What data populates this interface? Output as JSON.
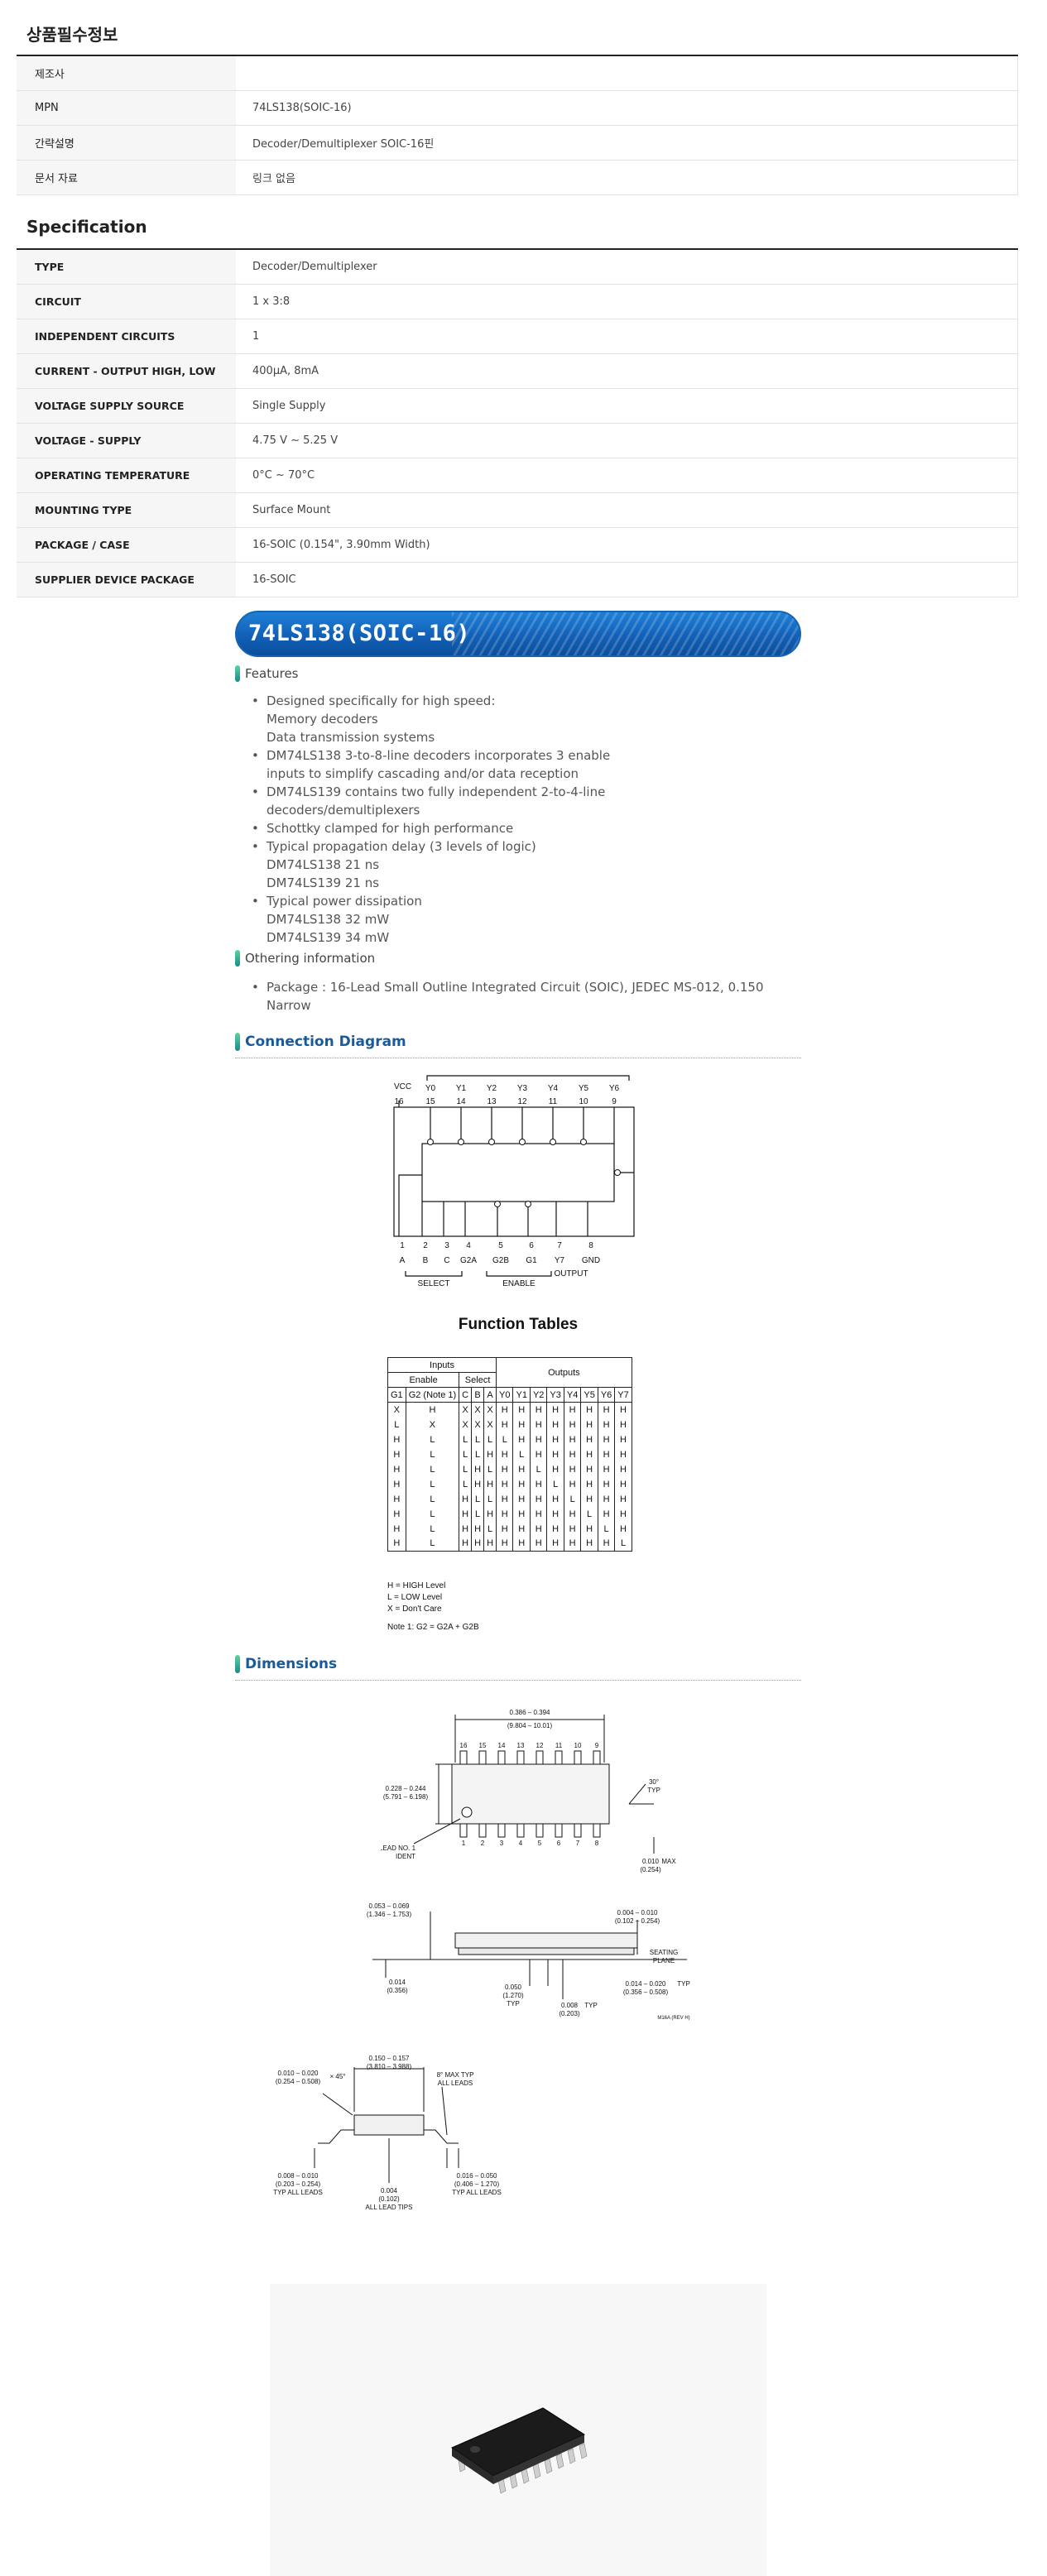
{
  "required_info": {
    "title": "상품필수정보",
    "rows": [
      {
        "label": "제조사",
        "value": ""
      },
      {
        "label": "MPN",
        "value": "74LS138(SOIC-16)"
      },
      {
        "label": "간략설명",
        "value": "Decoder/Demultiplexer SOIC-16핀"
      },
      {
        "label": "문서 자료",
        "value": "링크 없음"
      }
    ]
  },
  "specification": {
    "title": "Specification",
    "rows": [
      {
        "label": "TYPE",
        "value": "Decoder/Demultiplexer"
      },
      {
        "label": "CIRCUIT",
        "value": "1 x 3:8"
      },
      {
        "label": "INDEPENDENT CIRCUITS",
        "value": "1"
      },
      {
        "label": "CURRENT - OUTPUT HIGH, LOW",
        "value": "400μA, 8mA"
      },
      {
        "label": "VOLTAGE SUPPLY SOURCE",
        "value": "Single Supply"
      },
      {
        "label": "VOLTAGE - SUPPLY",
        "value": "4.75 V ~ 5.25 V"
      },
      {
        "label": "OPERATING TEMPERATURE",
        "value": "0°C ~ 70°C"
      },
      {
        "label": "MOUNTING TYPE",
        "value": "Surface Mount"
      },
      {
        "label": "PACKAGE / CASE",
        "value": "16-SOIC (0.154\", 3.90mm Width)"
      },
      {
        "label": "SUPPLIER DEVICE PACKAGE",
        "value": "16-SOIC"
      }
    ]
  },
  "detail": {
    "banner_title": "74LS138(SOIC-16)",
    "features_heading": "Features",
    "features": [
      "Designed specifically for high speed:",
      "Memory decoders",
      "Data transmission systems",
      "DM74LS138 3-to-8-line decoders incorporates 3 enable",
      "inputs to simplify cascading and/or data reception",
      "DM74LS139 contains two fully independent 2-to-4-line",
      "decoders/demultiplexers",
      "Schottky clamped for high performance",
      "Typical propagation delay (3 levels of logic)",
      "DM74LS138 21 ns",
      "DM74LS139 21 ns",
      "Typical power dissipation",
      "DM74LS138 32 mW",
      "DM74LS139 34 mW"
    ],
    "feature_bullets": [
      0,
      3,
      5,
      7,
      8,
      11
    ],
    "othering_heading": "Othering information",
    "othering": [
      "Package : 16-Lead Small Outline Integrated Circuit (SOIC), JEDEC MS-012, 0.150 Narrow"
    ],
    "connection_heading": "Connection Diagram",
    "dimensions_heading": "Dimensions"
  },
  "connection": {
    "vcc": "VCC",
    "top_signals": [
      "Y0",
      "Y1",
      "Y2",
      "Y3",
      "Y4",
      "Y5",
      "Y6"
    ],
    "top_pins": [
      "16",
      "15",
      "14",
      "13",
      "12",
      "11",
      "10",
      "9"
    ],
    "bottom_pins": [
      "1",
      "2",
      "3",
      "4",
      "5",
      "6",
      "7",
      "8"
    ],
    "bottom_signals": [
      "A",
      "B",
      "C",
      "G2A",
      "G2B",
      "G1",
      "Y7",
      "GND"
    ],
    "select_label": "SELECT",
    "enable_label": "ENABLE",
    "output_label": "OUTPUT"
  },
  "function_table": {
    "title": "Function Tables",
    "inputs_label": "Inputs",
    "enable_label": "Enable",
    "select_label": "Select",
    "outputs_label": "Outputs",
    "columns": [
      "G1",
      "G2 (Note 1)",
      "C",
      "B",
      "A",
      "Y0",
      "Y1",
      "Y2",
      "Y3",
      "Y4",
      "Y5",
      "Y6",
      "Y7"
    ],
    "rows": [
      [
        "X",
        "H",
        "X",
        "X",
        "X",
        "H",
        "H",
        "H",
        "H",
        "H",
        "H",
        "H",
        "H"
      ],
      [
        "L",
        "X",
        "X",
        "X",
        "X",
        "H",
        "H",
        "H",
        "H",
        "H",
        "H",
        "H",
        "H"
      ],
      [
        "H",
        "L",
        "L",
        "L",
        "L",
        "L",
        "H",
        "H",
        "H",
        "H",
        "H",
        "H",
        "H"
      ],
      [
        "H",
        "L",
        "L",
        "L",
        "H",
        "H",
        "L",
        "H",
        "H",
        "H",
        "H",
        "H",
        "H"
      ],
      [
        "H",
        "L",
        "L",
        "H",
        "L",
        "H",
        "H",
        "L",
        "H",
        "H",
        "H",
        "H",
        "H"
      ],
      [
        "H",
        "L",
        "L",
        "H",
        "H",
        "H",
        "H",
        "H",
        "L",
        "H",
        "H",
        "H",
        "H"
      ],
      [
        "H",
        "L",
        "H",
        "L",
        "L",
        "H",
        "H",
        "H",
        "H",
        "L",
        "H",
        "H",
        "H"
      ],
      [
        "H",
        "L",
        "H",
        "L",
        "H",
        "H",
        "H",
        "H",
        "H",
        "H",
        "L",
        "H",
        "H"
      ],
      [
        "H",
        "L",
        "H",
        "H",
        "L",
        "H",
        "H",
        "H",
        "H",
        "H",
        "H",
        "L",
        "H"
      ],
      [
        "H",
        "L",
        "H",
        "H",
        "H",
        "H",
        "H",
        "H",
        "H",
        "H",
        "H",
        "H",
        "L"
      ]
    ],
    "legend": [
      "H = HIGH Level",
      "L = LOW Level",
      "X = Don't Care"
    ],
    "note": "Note 1: G2 = G2A + G2B"
  },
  "dimensions": {
    "top_view": {
      "length": "0.386 – 0.394",
      "length_mm": "(9.804 – 10.01)",
      "width": "0.228 – 0.244",
      "width_mm": "(5.791 – 6.198)",
      "top_pins": [
        "16",
        "15",
        "14",
        "13",
        "12",
        "11",
        "10",
        "9"
      ],
      "bottom_pins": [
        "1",
        "2",
        "3",
        "4",
        "5",
        "6",
        "7",
        "8"
      ],
      "lead_ident": "LEAD NO. 1",
      "lead_ident2": "IDENT",
      "angle": "30°",
      "angle_typ": "TYP",
      "max": "0.010",
      "max_mm": "(0.254)",
      "max_label": "MAX"
    },
    "side_view": {
      "height": "0.053 – 0.069",
      "height_mm": "(1.346 – 1.753)",
      "standoff": "0.004 – 0.010",
      "standoff_mm": "(0.102 – 0.254)",
      "seating": "SEATING",
      "plane": "PLANE",
      "lead_w": "0.014",
      "lead_w_mm": "(0.356)",
      "pitch": "0.050",
      "pitch_mm": "(1.270)",
      "pitch_typ": "TYP",
      "lead_t": "0.008",
      "lead_t_mm": "(0.203)",
      "lead_t_typ": "TYP",
      "lead_len": "0.014 – 0.020",
      "lead_len_mm": "(0.356 – 0.508)",
      "lead_len_typ": "TYP",
      "code": "M16A (REV H)"
    },
    "end_view": {
      "chamfer": "0.010 – 0.020",
      "chamfer_mm": "(0.254 – 0.508)",
      "chamfer_angle": "× 45°",
      "body_w": "0.150 – 0.157",
      "body_w_mm": "(3.810 – 3.988)",
      "lead_angle": "8° MAX TYP",
      "lead_angle2": "ALL LEADS",
      "lead_thk": "0.008 – 0.010",
      "lead_thk_mm": "(0.203 – 0.254)",
      "lead_thk_typ": "TYP ALL LEADS",
      "tip": "0.004",
      "tip_mm": "(0.102)",
      "tip_label": "ALL LEAD TIPS",
      "foot": "0.016 – 0.050",
      "foot_mm": "(0.406 – 1.270)",
      "foot_typ": "TYP ALL LEADS"
    }
  }
}
